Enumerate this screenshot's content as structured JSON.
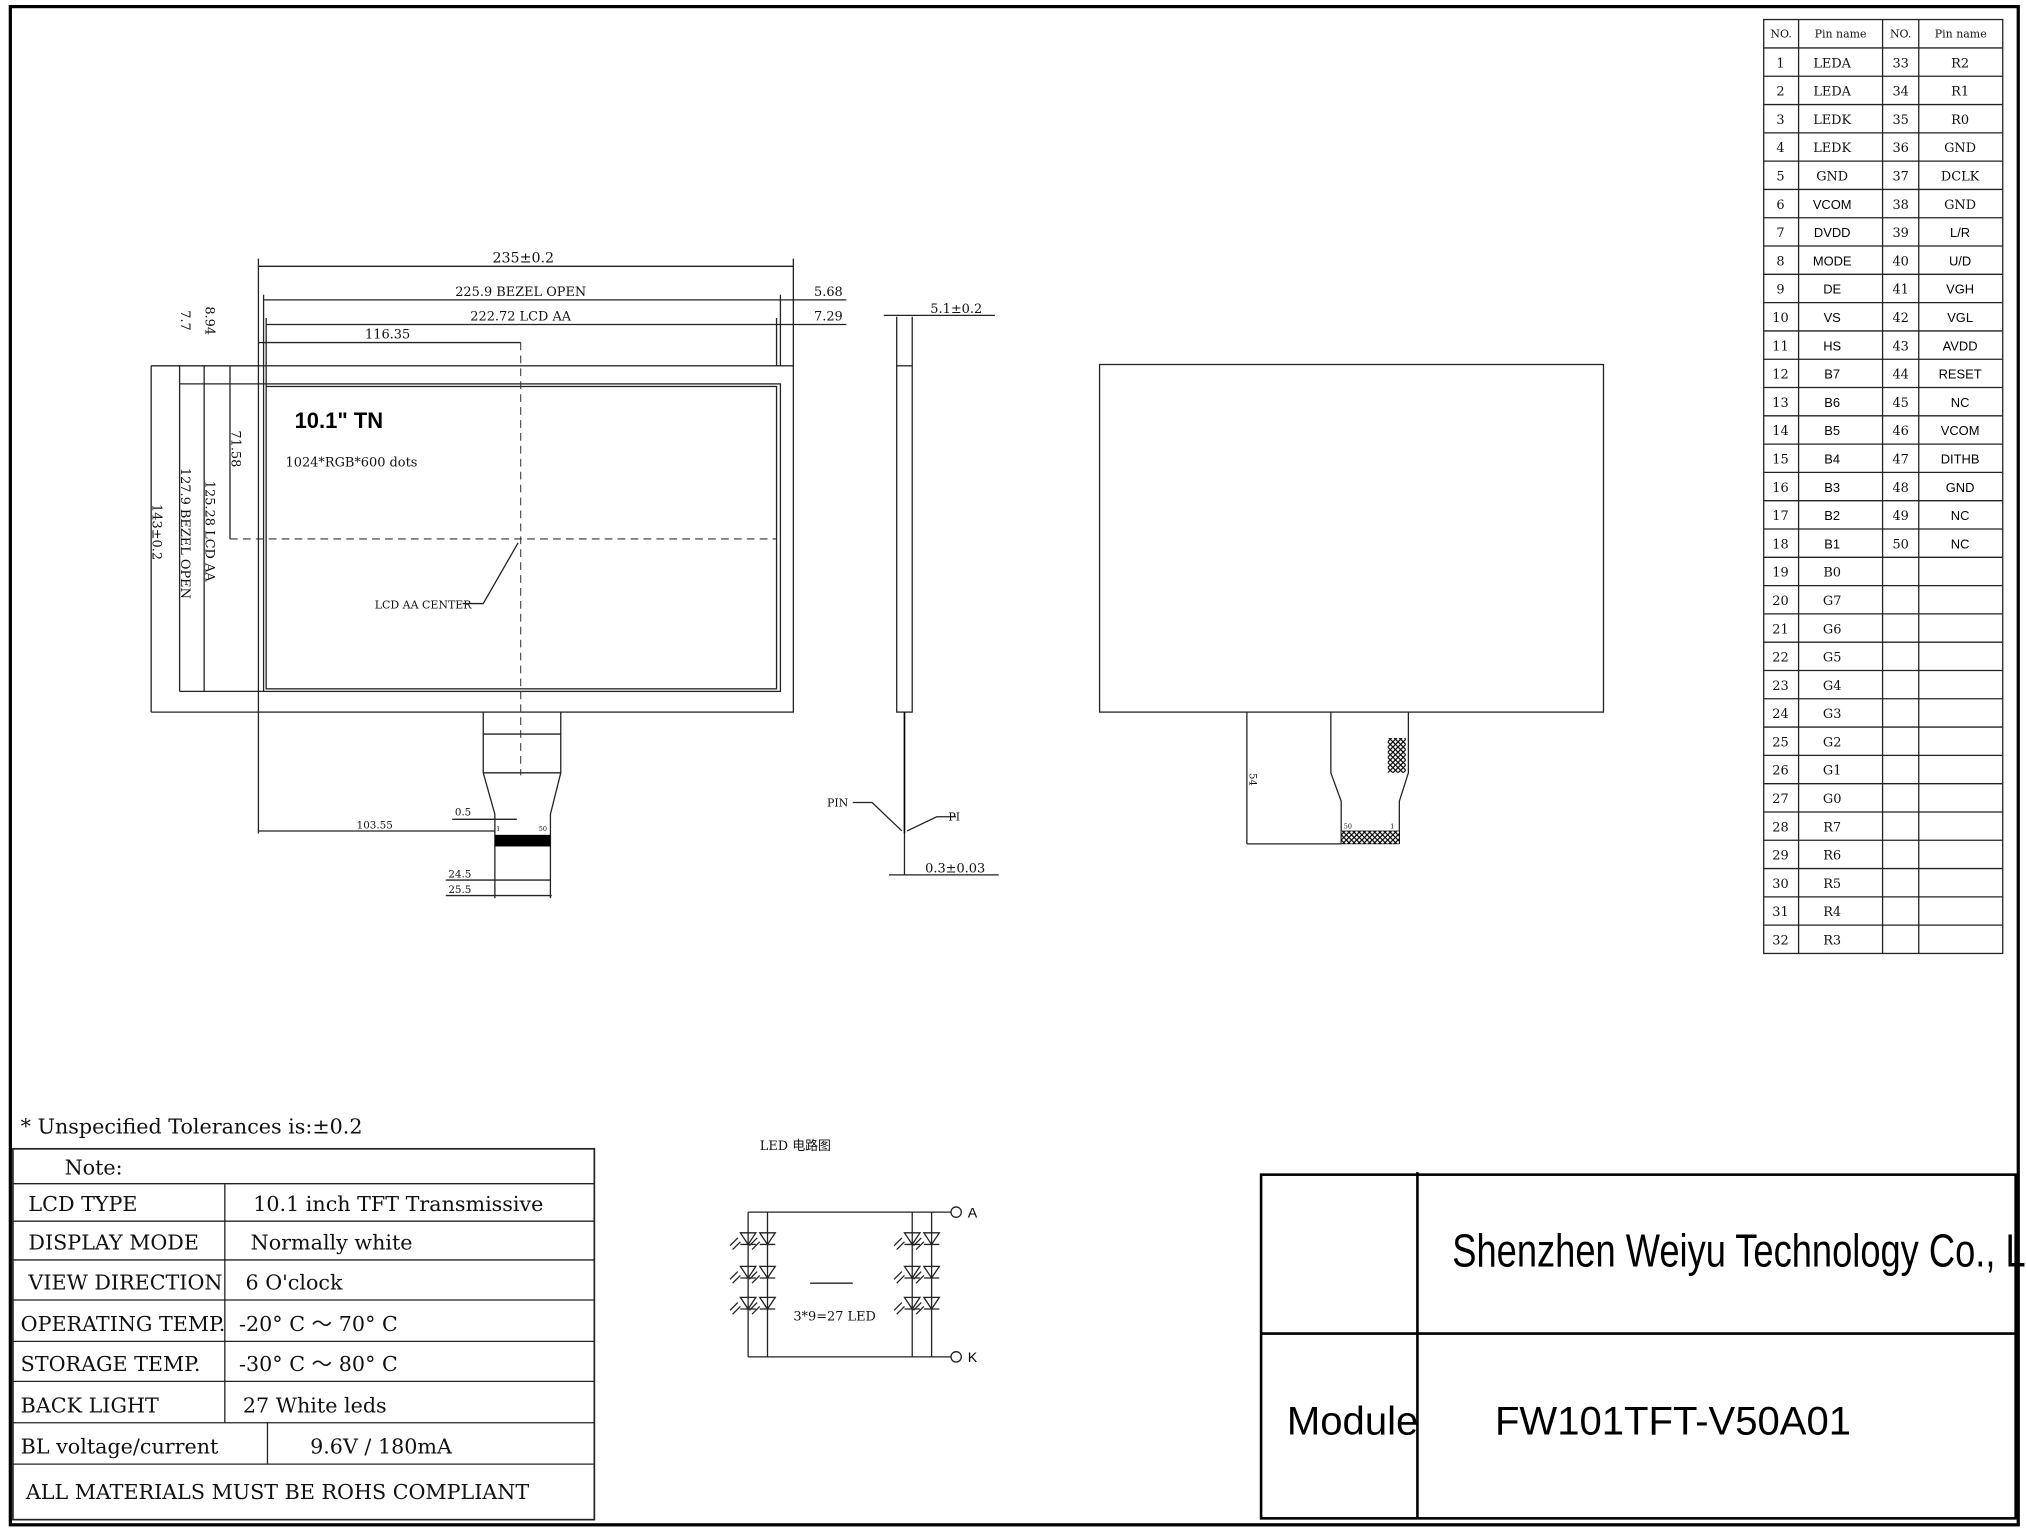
{
  "front_view": {
    "title": "10.1\" TN",
    "resolution": "1024*RGB*600 dots",
    "center_label": "LCD AA CENTER",
    "dims": {
      "outline_width": "235±0.2",
      "bezel_width": "225.9 BEZEL OPEN",
      "aa_width": "222.72 LCD AA",
      "center_x": "116.35",
      "right_bezel": "5.68",
      "right_aa": "7.29",
      "top_bezel": "7.7",
      "top_aa": "8.94",
      "center_y": "71.58",
      "outline_height": "143±0.2",
      "bezel_height": "127.9 BEZEL OPEN",
      "aa_height": "125.28 LCD AA",
      "fpc_offset": "103.55",
      "fpc_edge": "0.5",
      "pitch_width": "24.5",
      "fpc_width": "25.5",
      "pin_first": "1",
      "pin_last": "50"
    }
  },
  "side_view": {
    "thickness": "5.1±0.2",
    "fpc_thickness": "0.3±0.03",
    "pin_label": "PIN",
    "pi_label": "PI"
  },
  "back_view": {
    "fpc_length": "54",
    "pin_first": "1",
    "pin_last": "50"
  },
  "pin_table": {
    "headers": [
      "NO.",
      "Pin name",
      "NO.",
      "Pin name"
    ],
    "left": [
      [
        "1",
        "LEDA"
      ],
      [
        "2",
        "LEDA"
      ],
      [
        "3",
        "LEDK"
      ],
      [
        "4",
        "LEDK"
      ],
      [
        "5",
        "GND"
      ],
      [
        "6",
        "VCOM"
      ],
      [
        "7",
        "DVDD"
      ],
      [
        "8",
        "MODE"
      ],
      [
        "9",
        "DE"
      ],
      [
        "10",
        "VS"
      ],
      [
        "11",
        "HS"
      ],
      [
        "12",
        "B7"
      ],
      [
        "13",
        "B6"
      ],
      [
        "14",
        "B5"
      ],
      [
        "15",
        "B4"
      ],
      [
        "16",
        "B3"
      ],
      [
        "17",
        "B2"
      ],
      [
        "18",
        "B1"
      ],
      [
        "19",
        "B0"
      ],
      [
        "20",
        "G7"
      ],
      [
        "21",
        "G6"
      ],
      [
        "22",
        "G5"
      ],
      [
        "23",
        "G4"
      ],
      [
        "24",
        "G3"
      ],
      [
        "25",
        "G2"
      ],
      [
        "26",
        "G1"
      ],
      [
        "27",
        "G0"
      ],
      [
        "28",
        "R7"
      ],
      [
        "29",
        "R6"
      ],
      [
        "30",
        "R5"
      ],
      [
        "31",
        "R4"
      ],
      [
        "32",
        "R3"
      ]
    ],
    "right": [
      [
        "33",
        "R2"
      ],
      [
        "34",
        "R1"
      ],
      [
        "35",
        "R0"
      ],
      [
        "36",
        "GND"
      ],
      [
        "37",
        "DCLK"
      ],
      [
        "38",
        "GND"
      ],
      [
        "39",
        "L/R"
      ],
      [
        "40",
        "U/D"
      ],
      [
        "41",
        "VGH"
      ],
      [
        "42",
        "VGL"
      ],
      [
        "43",
        "AVDD"
      ],
      [
        "44",
        "RESET"
      ],
      [
        "45",
        "NC"
      ],
      [
        "46",
        "VCOM"
      ],
      [
        "47",
        "DITHB"
      ],
      [
        "48",
        "GND"
      ],
      [
        "49",
        "NC"
      ],
      [
        "50",
        "NC"
      ]
    ]
  },
  "notes": {
    "tolerance": "* Unspecified Tolerances is:±0.2",
    "note_label": "Note:",
    "specs": [
      {
        "label": "LCD TYPE",
        "value": "10.1 inch TFT Transmissive"
      },
      {
        "label": "DISPLAY MODE",
        "value": "Normally white"
      },
      {
        "label": "VIEW DIRECTION",
        "value": "6 O'clock"
      },
      {
        "label": "OPERATING TEMP.",
        "value": "-20° C ～ 70° C"
      },
      {
        "label": "STORAGE TEMP.",
        "value": "-30° C ～ 80° C"
      },
      {
        "label": "BACK LIGHT",
        "value": "27 White leds"
      },
      {
        "label": "BL voltage/current",
        "value": "9.6V / 180mA"
      }
    ],
    "rohs": "ALL MATERIALS MUST BE ROHS COMPLIANT"
  },
  "led_circuit": {
    "title": "LED   电路图",
    "count_label": "3*9=27 LED",
    "anode": "A",
    "cathode": "K"
  },
  "title_block": {
    "company": "Shenzhen Weiyu Technology Co., Ltd.",
    "module_label": "Module",
    "model": "FW101TFT-V50A01"
  }
}
